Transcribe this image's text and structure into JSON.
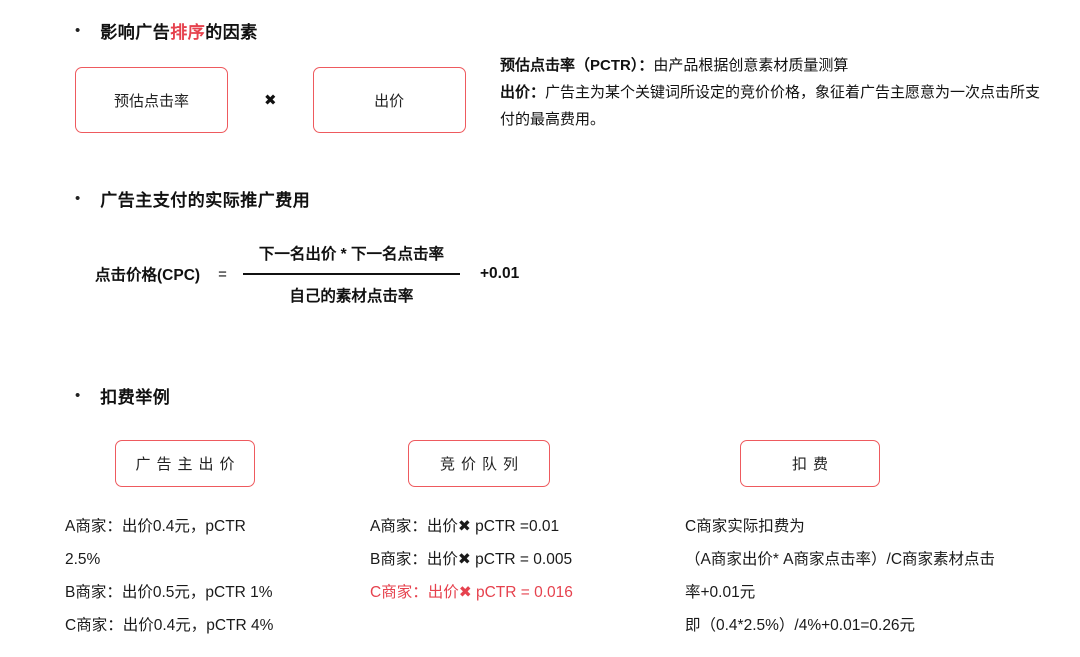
{
  "colors": {
    "accent_red": "#e6424e",
    "box_border_red": "#ee5a5e",
    "text": "#111111",
    "background": "#ffffff"
  },
  "section1": {
    "bullet": "•",
    "title_prefix": "影响广告",
    "title_highlight": "排序",
    "title_suffix": "的因素",
    "box_pctr": "预估点击率",
    "multiply": "✖",
    "box_bid": "出价",
    "note1_label": "预估点击率（PCTR）：",
    "note1_text": "由产品根据创意素材质量测算",
    "note2_label": "出价：",
    "note2_text": "广告主为某个关键词所设定的竞价价格，象征着广告主愿意为一次点击所支付的最高费用。"
  },
  "section2": {
    "bullet": "•",
    "title": "广告主支付的实际推广费用",
    "formula_lhs": "点击价格(CPC)",
    "equals": "=",
    "numerator": "下一名出价 * 下一名点击率",
    "denominator": "自己的素材点击率",
    "constant": "+0.01"
  },
  "section3": {
    "bullet": "•",
    "title": "扣费举例",
    "headers": [
      "广告主出价",
      "竞价队列",
      "扣费"
    ],
    "columns": [
      {
        "lines": [
          "A商家：出价0.4元，pCTR\n2.5%",
          "B商家：出价0.5元，pCTR 1%",
          "C商家：出价0.4元，pCTR 4%"
        ]
      },
      {
        "lines": [
          "A商家：出价✖ pCTR =0.01",
          "B商家：出价✖ pCTR = 0.005",
          "C商家：出价✖ pCTR = 0.016"
        ]
      },
      {
        "lines": [
          "C商家实际扣费为",
          "（A商家出价* A商家点击率）/C商家素材点击\n率+0.01元",
          "即（0.4*2.5%）/4%+0.01=0.26元"
        ]
      }
    ]
  }
}
